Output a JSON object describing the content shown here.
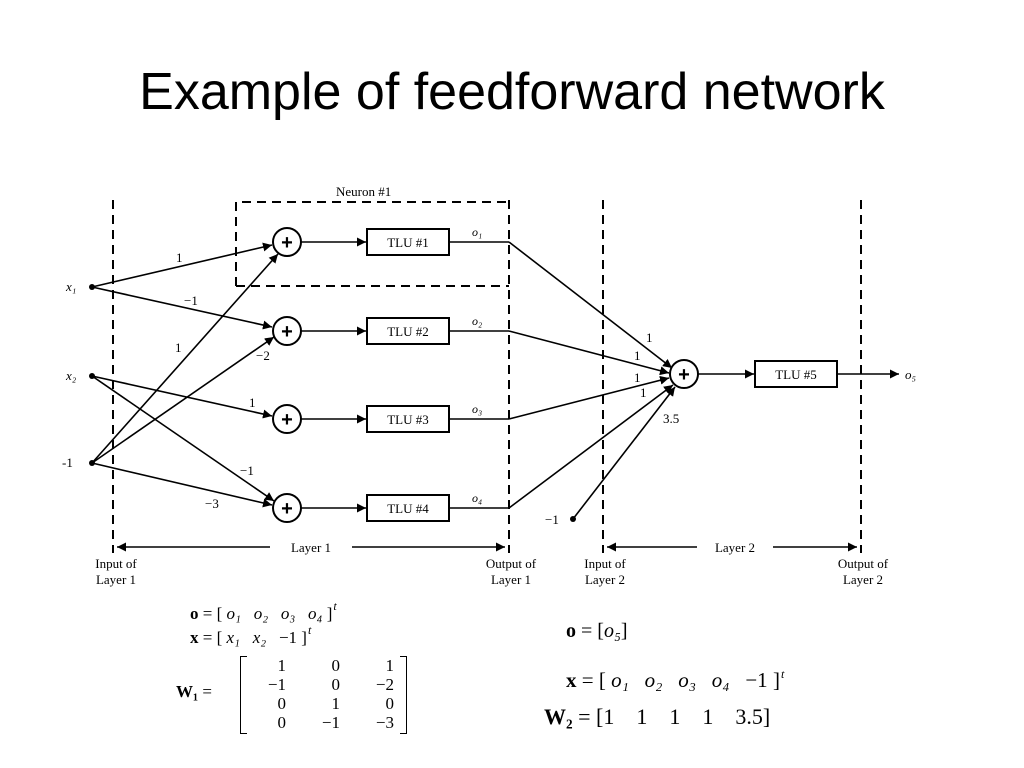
{
  "title": "Example of feedforward network",
  "diagram": {
    "neuron_group_label": "Neuron #1",
    "inputs": [
      "x₁",
      "x₂",
      "-1"
    ],
    "tlus": [
      "TLU #1",
      "TLU #2",
      "TLU #3",
      "TLU #4"
    ],
    "tlu5": "TLU #5",
    "outputs": [
      "o₁",
      "o₂",
      "o₃",
      "o₄"
    ],
    "output5": "o₅",
    "sum_symbol": "+",
    "layer1_weights": [
      "1",
      "−1",
      "1",
      "−2",
      "1",
      "−1",
      "−3"
    ],
    "layer2_weights": [
      "1",
      "1",
      "1",
      "1",
      "3.5"
    ],
    "bias2_label": "−1",
    "layer1_label": "Layer 1",
    "layer2_label": "Layer 2",
    "input_layer1_label": [
      "Input of",
      "Layer 1"
    ],
    "output_layer1_label": [
      "Output of",
      "Layer 1"
    ],
    "input_layer2_label": [
      "Input of",
      "Layer 2"
    ],
    "output_layer2_label": [
      "Output of",
      "Layer 2"
    ]
  },
  "equations_left": {
    "o": {
      "lhs": "o",
      "eq": "=",
      "vals": [
        "o₁",
        "o₂",
        "o₃",
        "o₄"
      ],
      "sup": "t"
    },
    "x": {
      "lhs": "x",
      "eq": "=",
      "vals": [
        "x₁",
        "x₂",
        "−1"
      ],
      "sup": "t"
    },
    "W1": {
      "lhs": "W₁",
      "eq": "=",
      "rows": [
        [
          "1",
          "0",
          "1"
        ],
        [
          "−1",
          "0",
          "−2"
        ],
        [
          "0",
          "1",
          "0"
        ],
        [
          "0",
          "−1",
          "−3"
        ]
      ]
    }
  },
  "equations_right": {
    "o": {
      "lhs": "o",
      "eq": "=",
      "vals": [
        "o₅"
      ]
    },
    "x": {
      "lhs": "x",
      "eq": "=",
      "vals": [
        "o₁",
        "o₂",
        "o₃",
        "o₄",
        "−1"
      ],
      "sup": "t"
    },
    "W2": {
      "lhs": "W₂",
      "eq": "=",
      "vals": [
        "1",
        "1",
        "1",
        "1",
        "3.5"
      ]
    }
  }
}
